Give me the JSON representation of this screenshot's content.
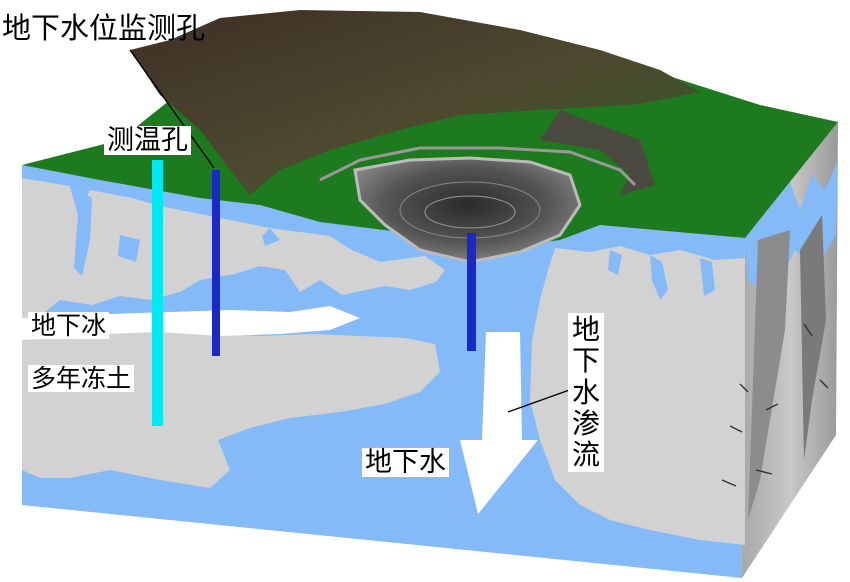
{
  "labels": {
    "groundwater_monitoring_hole": "地下水位监测孔",
    "temperature_hole": "测温孔",
    "ground_ice": "地下冰",
    "permafrost": "多年冻土",
    "groundwater": "地下水",
    "groundwater_seepage": "地下水渗流"
  },
  "colors": {
    "ground_surface": "#1e7a1e",
    "hill": "#4a4a30",
    "groundwater": "#84baf8",
    "permafrost": "#d2d2d2",
    "ground_ice": "#ffffff",
    "temperature_hole": "#00e8f0",
    "monitoring_hole": "#1a28c8",
    "thermokarst_lake": "#555555"
  }
}
